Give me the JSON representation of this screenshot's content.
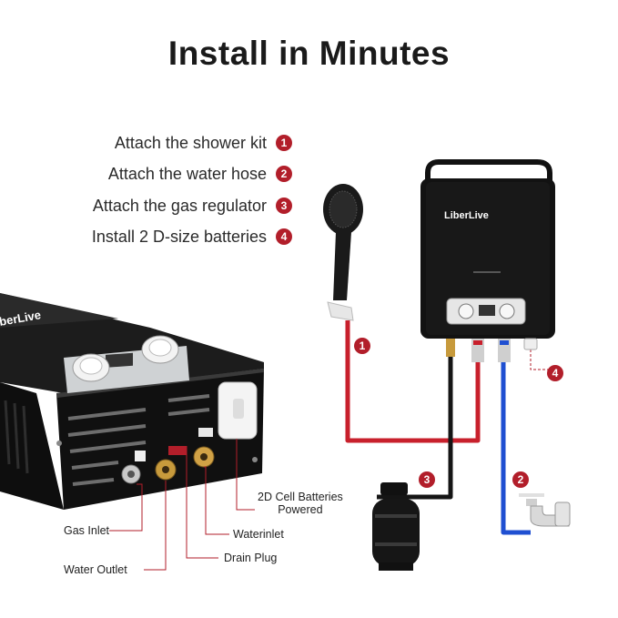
{
  "title": "Install in Minutes",
  "steps": [
    {
      "num": "1",
      "text": "Attach the shower kit"
    },
    {
      "num": "2",
      "text": "Attach the water hose"
    },
    {
      "num": "3",
      "text": "Attach the gas regulator"
    },
    {
      "num": "4",
      "text": "Install 2 D-size batteries"
    }
  ],
  "brand_front": "LiberLive",
  "brand_side": "berLive",
  "callouts": {
    "gas_inlet": "Gas Inlet",
    "water_outlet": "Water Outlet",
    "drain_plug": "Drain Plug",
    "water_inlet": "Waterinlet",
    "batteries_line1": "2D Cell Batteries",
    "batteries_line2": "Powered"
  },
  "badges": {
    "shower": "1",
    "hose": "2",
    "gas": "3",
    "battery": "4"
  },
  "colors": {
    "accent": "#b21e2a",
    "hot_pipe": "#c8202c",
    "cold_pipe": "#1f4fd1",
    "gas_pipe": "#151515"
  }
}
